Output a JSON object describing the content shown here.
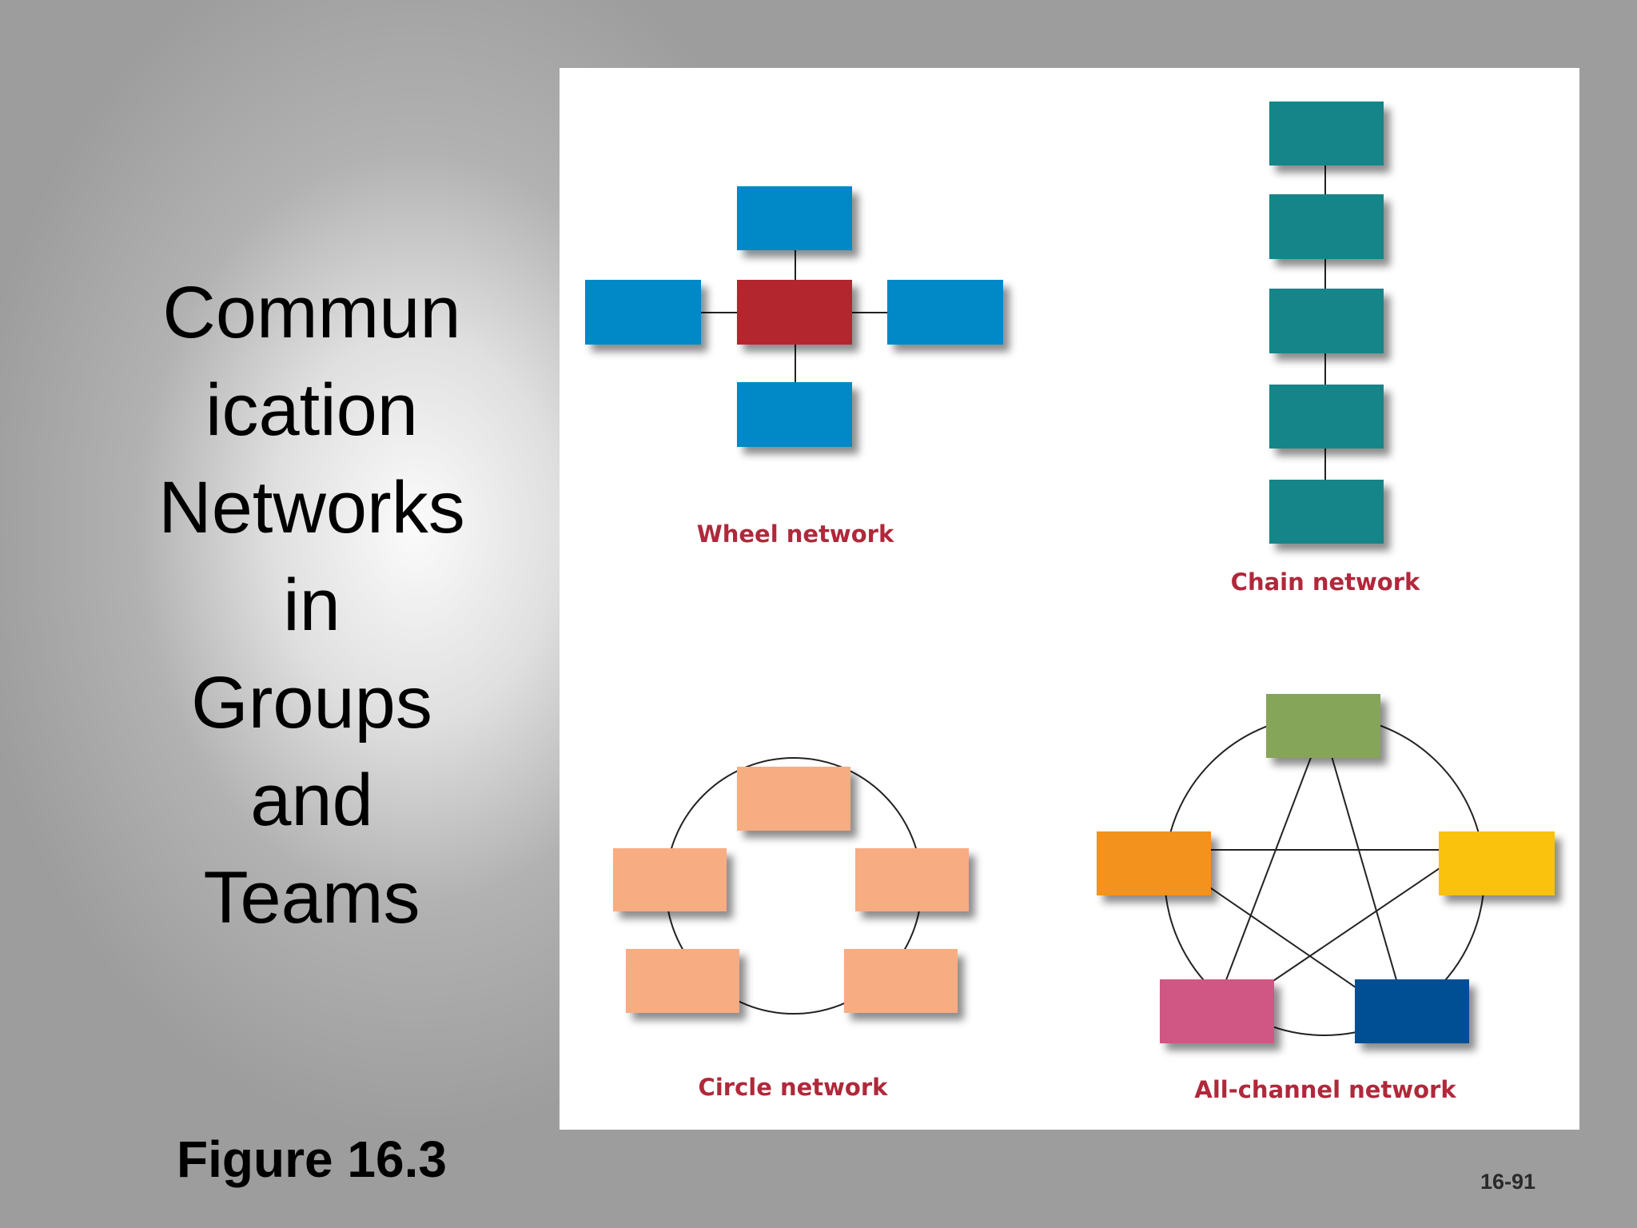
{
  "slide": {
    "title": "Commun\nication\nNetworks\nin\nGroups\nand\nTeams",
    "caption": "Figure 16.3",
    "slide_number": "16-91"
  },
  "networks": {
    "wheel": {
      "label": "Wheel network",
      "center_color": "#b4262f",
      "spoke_color": "#0689c6"
    },
    "chain": {
      "label": "Chain network",
      "node_color": "#168589"
    },
    "circle": {
      "label": "Circle network",
      "node_color": "#f8ac82"
    },
    "all_channel": {
      "label": "All-channel network",
      "node_colors": [
        "#85a558",
        "#fac111",
        "#024f94",
        "#d05683",
        "#f3921f"
      ]
    }
  },
  "colors": {
    "slide_background": "#9d9d9d",
    "panel_background": "#ffffff",
    "connector": "#222222",
    "label": "#b0283a"
  }
}
